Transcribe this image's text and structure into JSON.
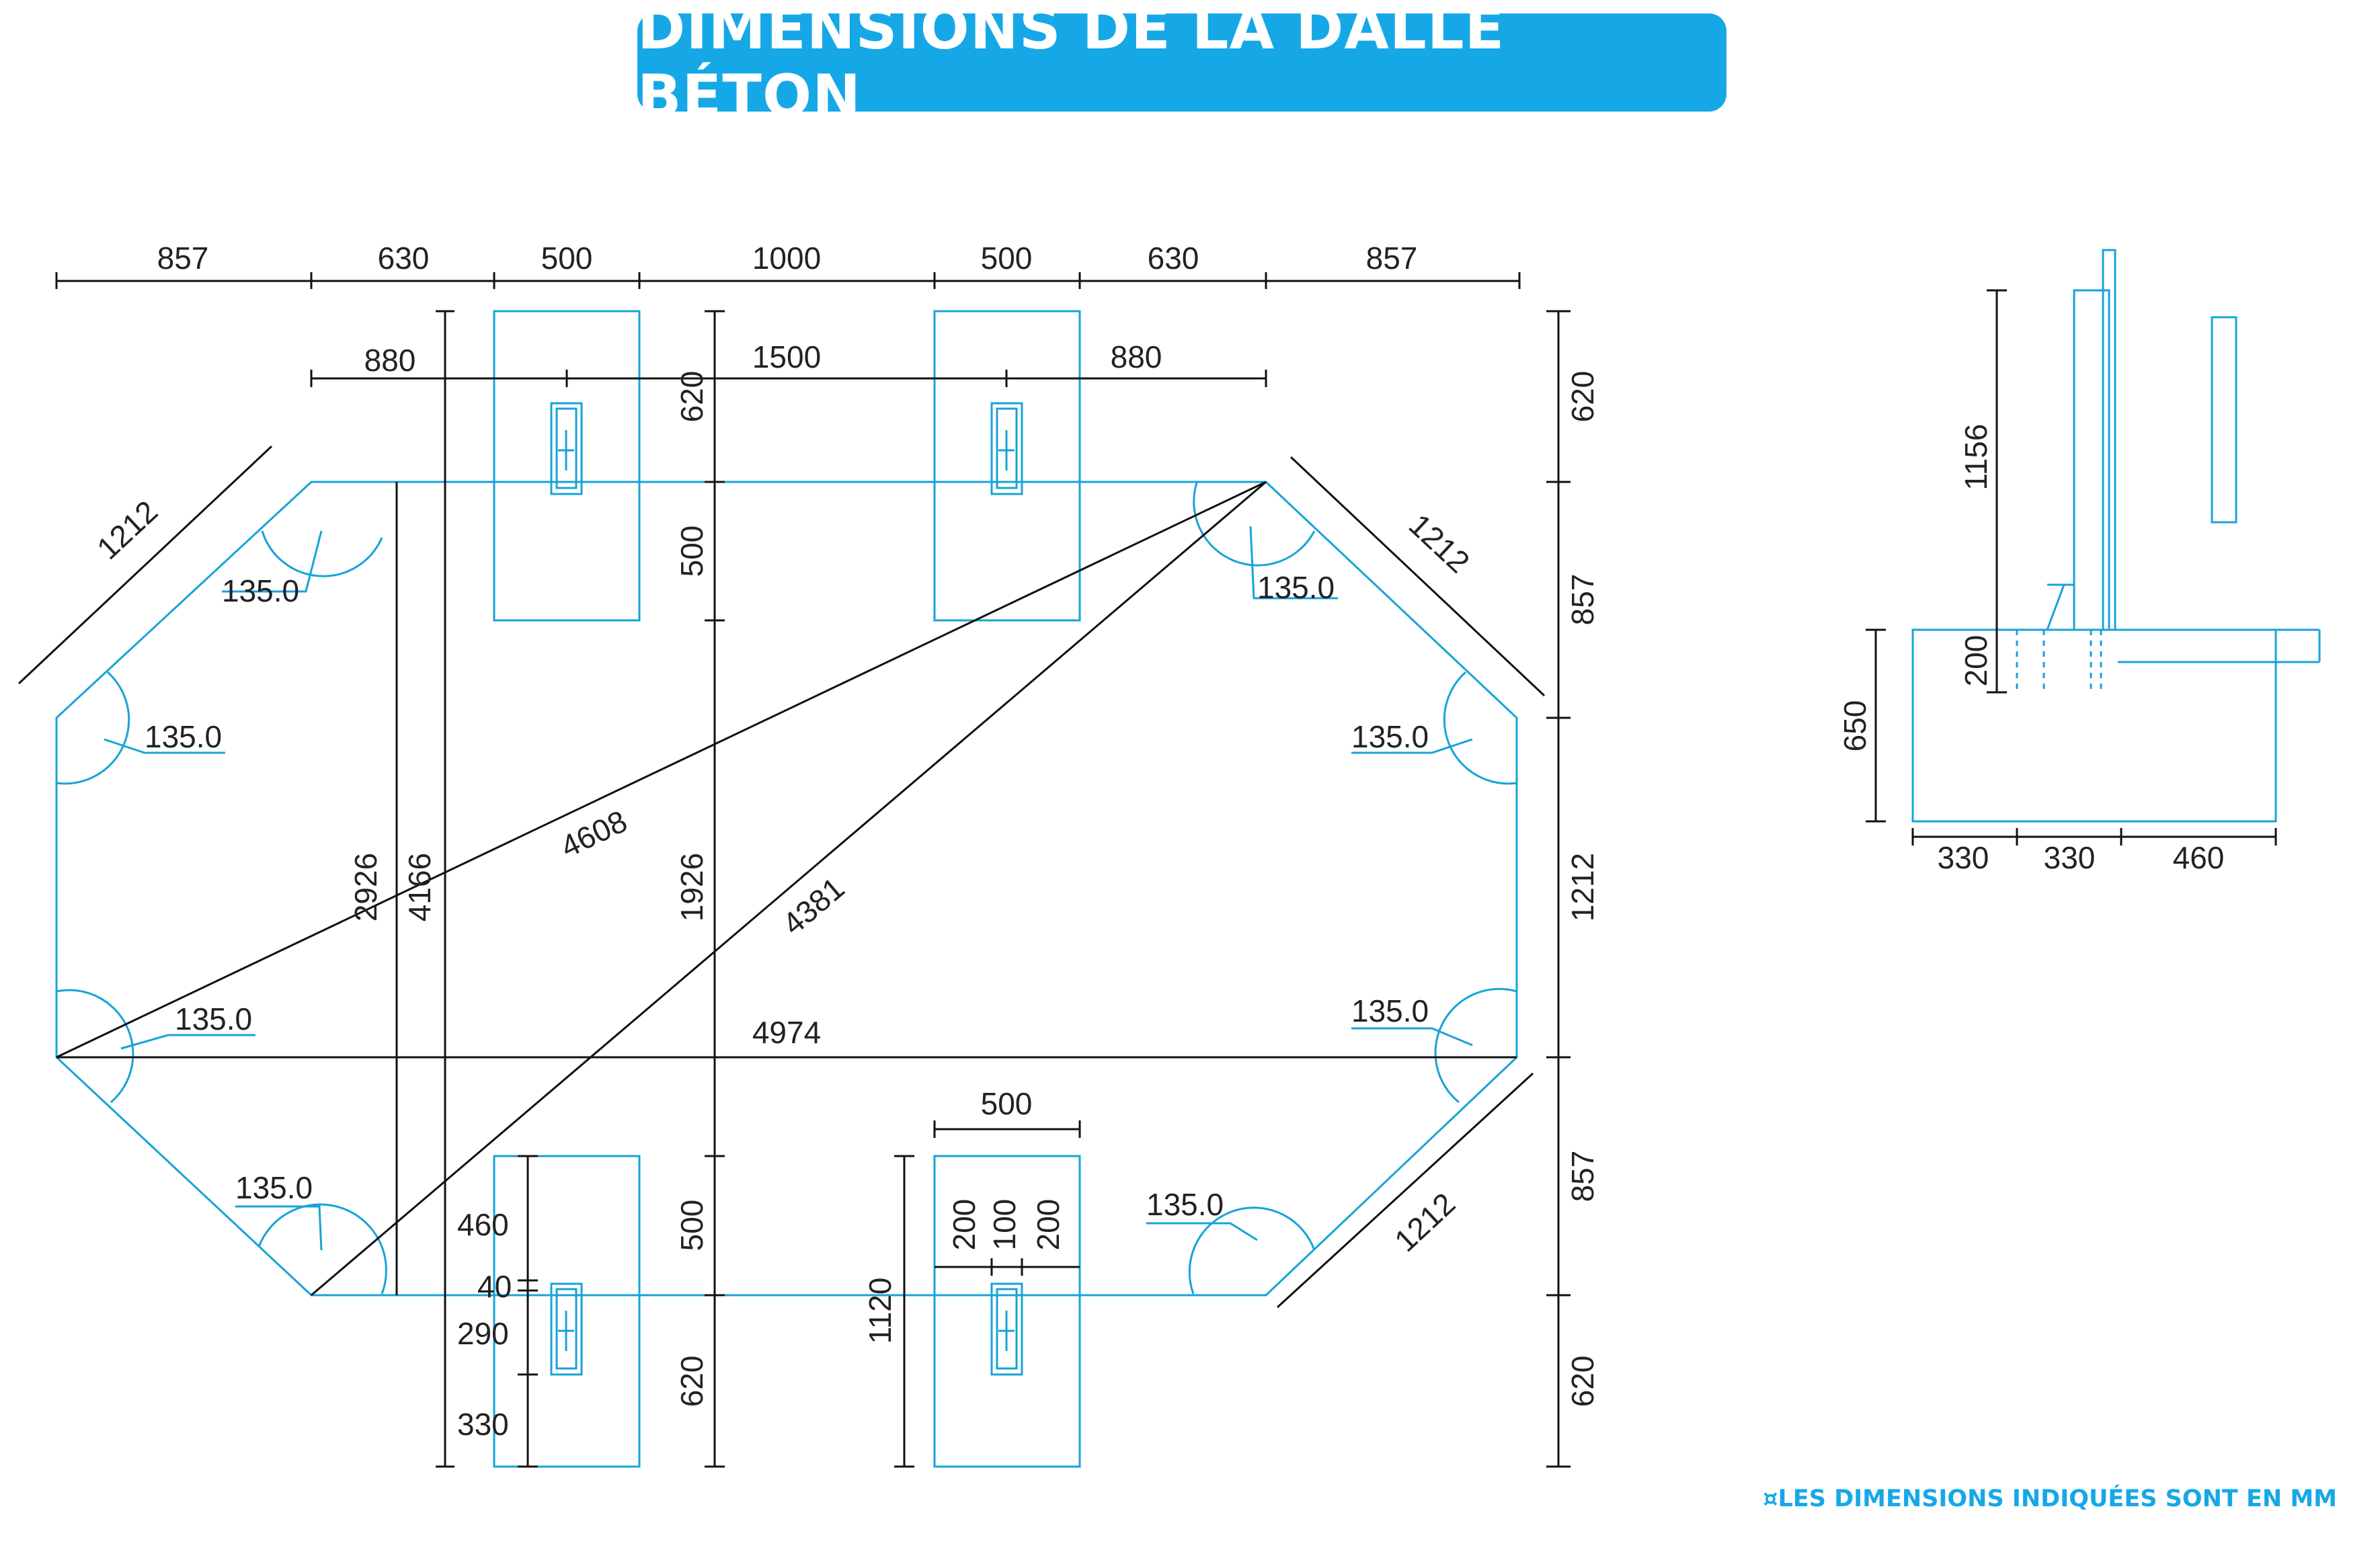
{
  "title": "DIMENSIONS DE LA DALLE BÉTON",
  "note": "¤LES DIMENSIONS INDIQUÉES SONT EN MM",
  "colors": {
    "accent": "#16a8e6",
    "line": "#17a3d8",
    "dim": "#111111"
  },
  "plan": {
    "top_dims": [
      "857",
      "630",
      "500",
      "1000",
      "500",
      "630",
      "857"
    ],
    "second_dims": [
      "880",
      "1500",
      "880"
    ],
    "right_dims": [
      "620",
      "857",
      "1212",
      "857",
      "620"
    ],
    "center_dims": [
      "620",
      "500",
      "1926",
      "500",
      "620"
    ],
    "left_dims": {
      "a": "2926",
      "b": "4166"
    },
    "diagonals": {
      "d1": "4608",
      "d2": "4381",
      "width": "4974"
    },
    "sides": {
      "tl": "1212",
      "tr": "1212",
      "br": "1212"
    },
    "angles": [
      "135.0",
      "135.0",
      "135.0",
      "135.0",
      "135.0",
      "135.0",
      "135.0",
      "135.0"
    ],
    "pad_left_dims": [
      "460",
      "40",
      "290",
      "330"
    ],
    "pad_bottom": {
      "width": "500",
      "height": "1120",
      "sub": [
        "200",
        "100",
        "200"
      ]
    }
  },
  "section": {
    "h1": "1156",
    "h2": "200",
    "h3": "650",
    "w": [
      "330",
      "330",
      "460"
    ]
  }
}
